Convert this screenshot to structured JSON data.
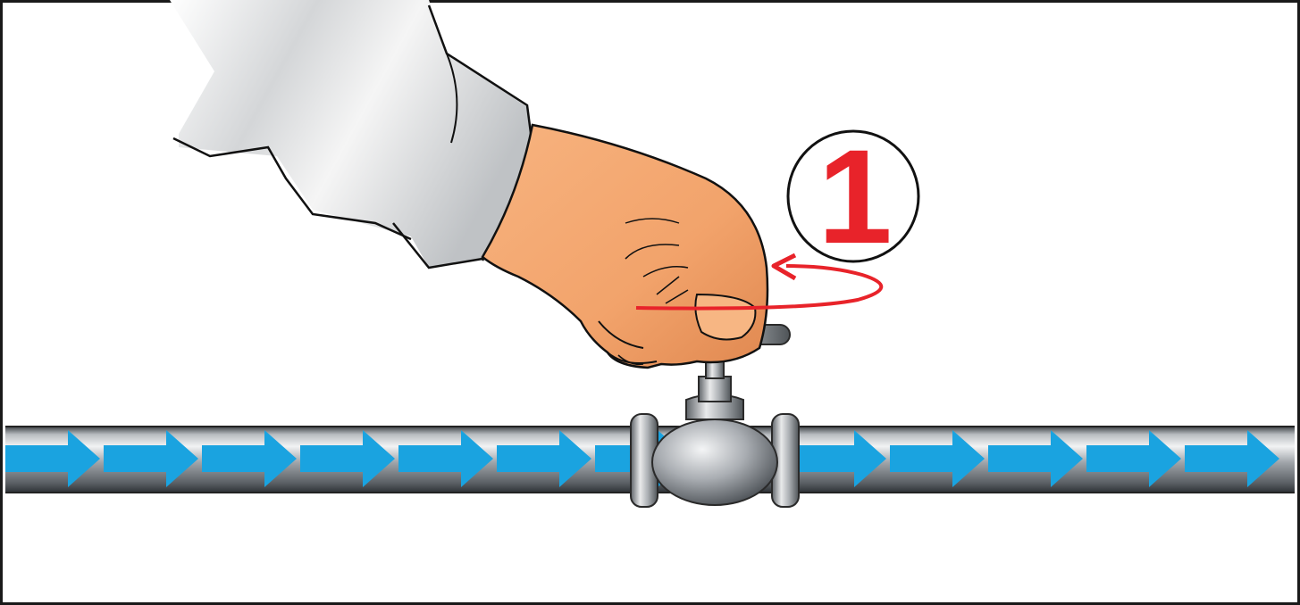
{
  "illustration": {
    "step_number": "1",
    "colors": {
      "frame_border": "#1a1a1a",
      "flow_arrow": "#1aa3e0",
      "rotation_arrow": "#e8232a",
      "step_number": "#e8232a",
      "pipe": "#8a8f94",
      "skin": "#f2a36b",
      "sleeve": "#d8dadc"
    },
    "icons": {
      "hand": "hand-turning-valve-icon",
      "valve": "gate-valve-icon",
      "rotation": "counterclockwise-rotation-arrow-icon",
      "flow": "flow-direction-arrow-icon"
    },
    "flow": {
      "direction": "left-to-right",
      "arrow_count": 13
    }
  }
}
